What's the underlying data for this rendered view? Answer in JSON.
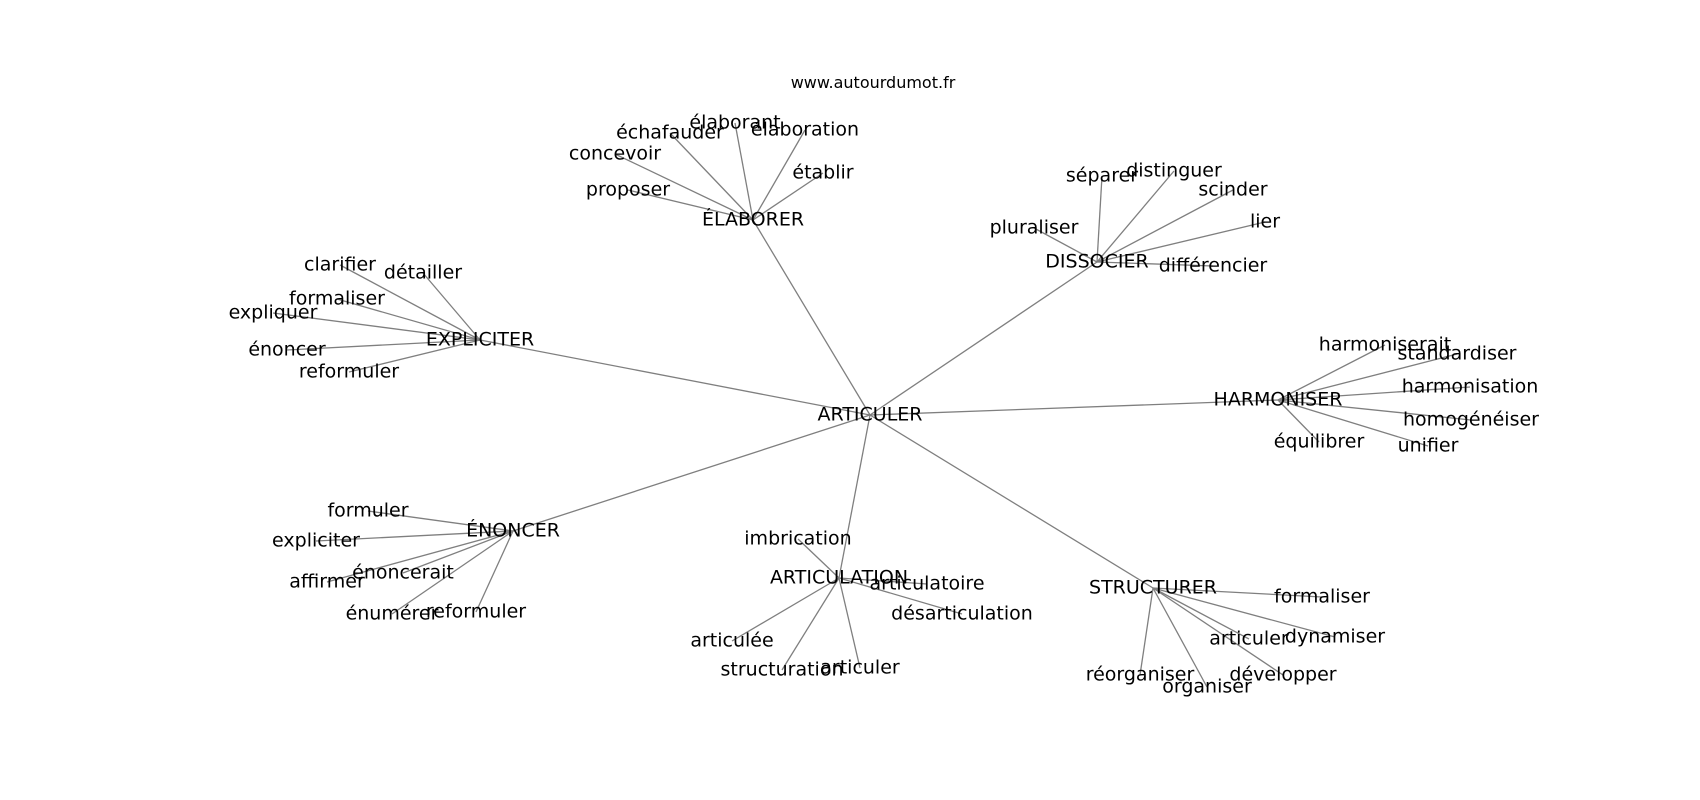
{
  "source": "www.autourdumot.fr",
  "center": "ARTICULER",
  "clusters": [
    {
      "id": "elaborer",
      "hub": "ÉLABORER",
      "leaves": [
        "proposer",
        "concevoir",
        "échafauder",
        "élaborant",
        "élaboration",
        "établir"
      ]
    },
    {
      "id": "dissocier",
      "hub": "DISSOCIER",
      "leaves": [
        "séparer",
        "distinguer",
        "scinder",
        "lier",
        "différencier",
        "pluraliser"
      ]
    },
    {
      "id": "expliciter",
      "hub": "EXPLICITER",
      "leaves": [
        "clarifier",
        "détailler",
        "formaliser",
        "expliquer",
        "énoncer",
        "reformuler"
      ]
    },
    {
      "id": "harmoniser",
      "hub": "HARMONISER",
      "leaves": [
        "harmoniserait",
        "standardiser",
        "harmonisation",
        "homogénéiser",
        "unifier",
        "équilibrer"
      ]
    },
    {
      "id": "enoncer",
      "hub": "ÉNONCER",
      "leaves": [
        "formuler",
        "expliciter",
        "affirmer",
        "énoncerait",
        "énumérer",
        "reformuler"
      ]
    },
    {
      "id": "articulation",
      "hub": "ARTICULATION",
      "leaves": [
        "imbrication",
        "articulatoire",
        "désarticulation",
        "articulée",
        "structuration",
        "articuler"
      ]
    },
    {
      "id": "structurer",
      "hub": "STRUCTURER",
      "leaves": [
        "formaliser",
        "dynamiser",
        "articuler",
        "développer",
        "organiser",
        "réorganiser"
      ]
    }
  ]
}
